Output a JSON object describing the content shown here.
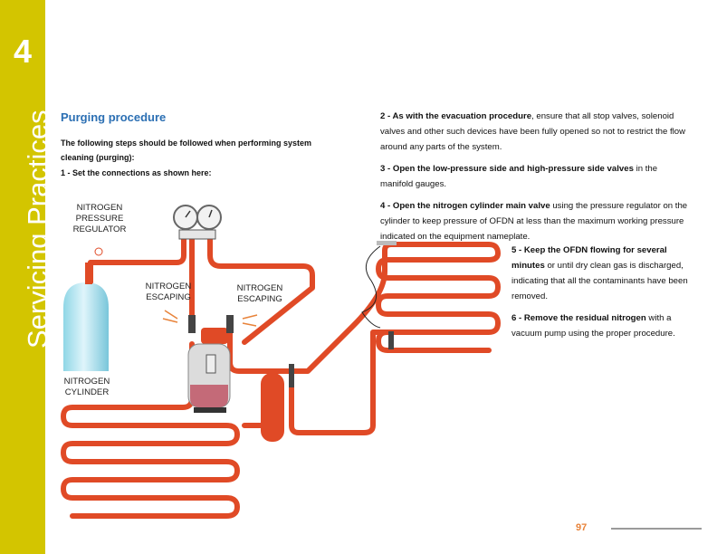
{
  "chapter": {
    "number": "4",
    "title": "Servicing Practices"
  },
  "section": {
    "heading": "Purging procedure",
    "intro": "The following steps should be followed when performing system cleaning (purging):",
    "step1": "1 - Set the connections as shown here:"
  },
  "steps": [
    {
      "lead": "2 - As with the evacuation procedure",
      "text": ", ensure that all stop valves, solenoid valves and other such devices have been fully opened so not to restrict the flow around any parts of the system."
    },
    {
      "lead": "3 - Open the low-pressure side and high-pressure side valves",
      "text": " in the manifold gauges."
    },
    {
      "lead": "4 - Open the nitrogen cylinder main valve",
      "text": " using the pressure regulator on the cylinder to keep pressure of OFDN at less than the maximum working pressure indicated on the equipment nameplate."
    },
    {
      "lead": "5 - Keep the OFDN flowing for several minutes",
      "text": " or until dry clean gas is discharged, indicating that all the contaminants have been removed."
    },
    {
      "lead": "6 - Remove the residual nitrogen",
      "text": " with a vacuum pump using the proper procedure."
    }
  ],
  "labels": {
    "regulator": [
      "NITROGEN",
      "PRESSURE",
      "REGULATOR"
    ],
    "escaping_left": [
      "NITROGEN",
      "ESCAPING"
    ],
    "escaping_right": [
      "NITROGEN",
      "ESCAPING"
    ],
    "cylinder": [
      "NITROGEN",
      "CYLINDER"
    ]
  },
  "page_number": "97",
  "colors": {
    "sidebar": "#d3c500",
    "pipe": "#e04a26",
    "heading": "#2b6fb3",
    "page_number": "#e8833a"
  }
}
